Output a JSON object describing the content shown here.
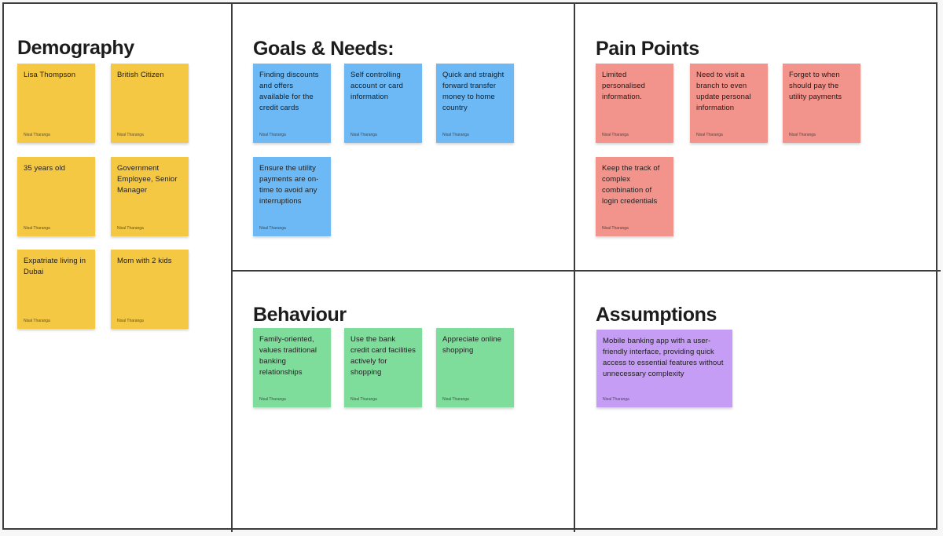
{
  "note_author": "Nisal Tharanga",
  "colors": {
    "panel_border": "#3C3C3C",
    "demography_note": "#F5C843",
    "goals_note": "#6DB9F5",
    "pain_points_note": "#F2948B",
    "behaviour_note": "#7FDD9B",
    "assumptions_note": "#C69DF5"
  },
  "sections": {
    "demography": {
      "title": "Demography",
      "notes": [
        {
          "text": "Lisa Thompson"
        },
        {
          "text": "British Citizen"
        },
        {
          "text": "35 years old"
        },
        {
          "text": "Government Employee, Senior Manager"
        },
        {
          "text": "Expatriate living in Dubai"
        },
        {
          "text": "Mom with 2 kids"
        }
      ]
    },
    "goals": {
      "title": "Goals & Needs:",
      "notes": [
        {
          "text": "Finding discounts and offers available for the credit cards"
        },
        {
          "text": "Self controlling account or card information"
        },
        {
          "text": "Quick and straight forward transfer money to home country"
        },
        {
          "text": "Ensure the utility payments are on-time to avoid any interruptions"
        }
      ]
    },
    "pain_points": {
      "title": "Pain Points",
      "notes": [
        {
          "text": "Limited personalised information."
        },
        {
          "text": "Need to visit a branch to even update personal information"
        },
        {
          "text": "Forget to when should pay the utility payments"
        },
        {
          "text": "Keep the track of complex combination of login credentials"
        }
      ]
    },
    "behaviour": {
      "title": "Behaviour",
      "notes": [
        {
          "text": "Family-oriented, values traditional banking relationships"
        },
        {
          "text": "Use the bank credit card facilities actively for shopping"
        },
        {
          "text": "Appreciate online shopping"
        }
      ]
    },
    "assumptions": {
      "title": "Assumptions",
      "notes": [
        {
          "text": "Mobile banking app with a user-friendly interface, providing quick access to essential features without unnecessary complexity"
        }
      ]
    }
  }
}
